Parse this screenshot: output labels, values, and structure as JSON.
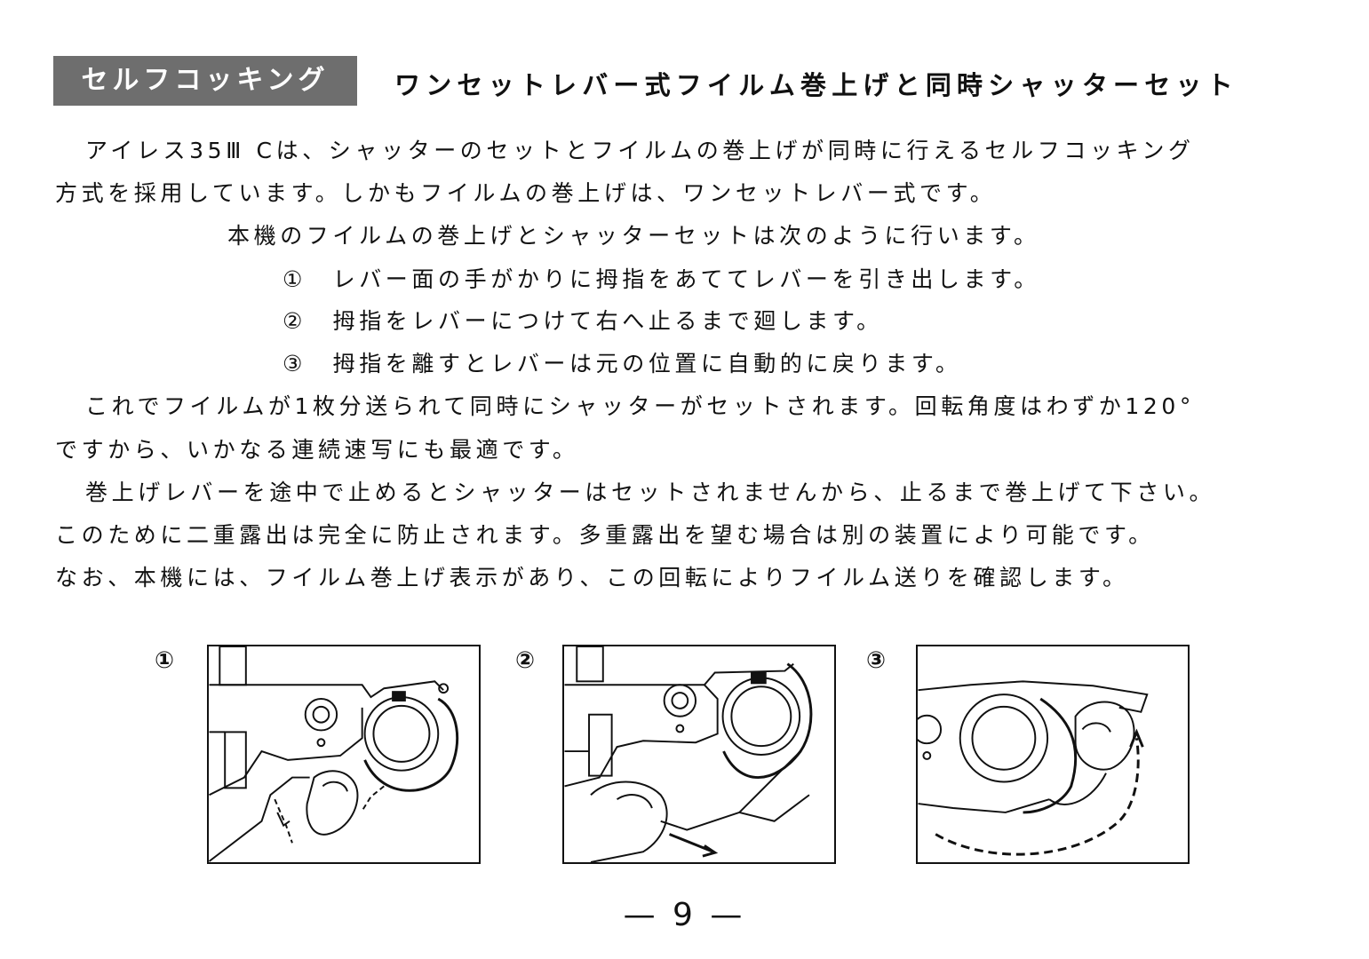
{
  "header": {
    "tag": "セルフコッキング",
    "subtitle": "ワンセットレバー式フイルム巻上げと同時シャッターセット"
  },
  "paragraphs": [
    "アイレス35Ⅲ Cは、シャッターのセットとフイルムの巻上げが同時に行えるセルフコッキング",
    "方式を採用しています。しかもフイルムの巻上げは、ワンセットレバー式です。",
    "本機のフイルムの巻上げとシャッターセットは次のように行います。",
    "①　レバー面の手がかりに拇指をあててレバーを引き出します。",
    "②　拇指をレバーにつけて右へ止るまで廻します。",
    "③　拇指を離すとレバーは元の位置に自動的に戻ります。",
    "これでフイルムが1枚分送られて同時にシャッターがセットされます。回転角度はわずか120°",
    "ですから、いかなる連続速写にも最適です。",
    "巻上げレバーを途中で止めるとシャッターはセットされませんから、止るまで巻上げて下さい。",
    "このために二重露出は完全に防止されます。多重露出を望む場合は別の装置により可能です。",
    "なお、本機には、フイルム巻上げ表示があり、この回転によりフイルム送りを確認します。"
  ],
  "figures": [
    {
      "number": "①",
      "illustration": "thumb-pulling-lever"
    },
    {
      "number": "②",
      "illustration": "thumb-rotating-lever"
    },
    {
      "number": "③",
      "illustration": "lever-returning"
    }
  ],
  "page_number": "— 9 —"
}
